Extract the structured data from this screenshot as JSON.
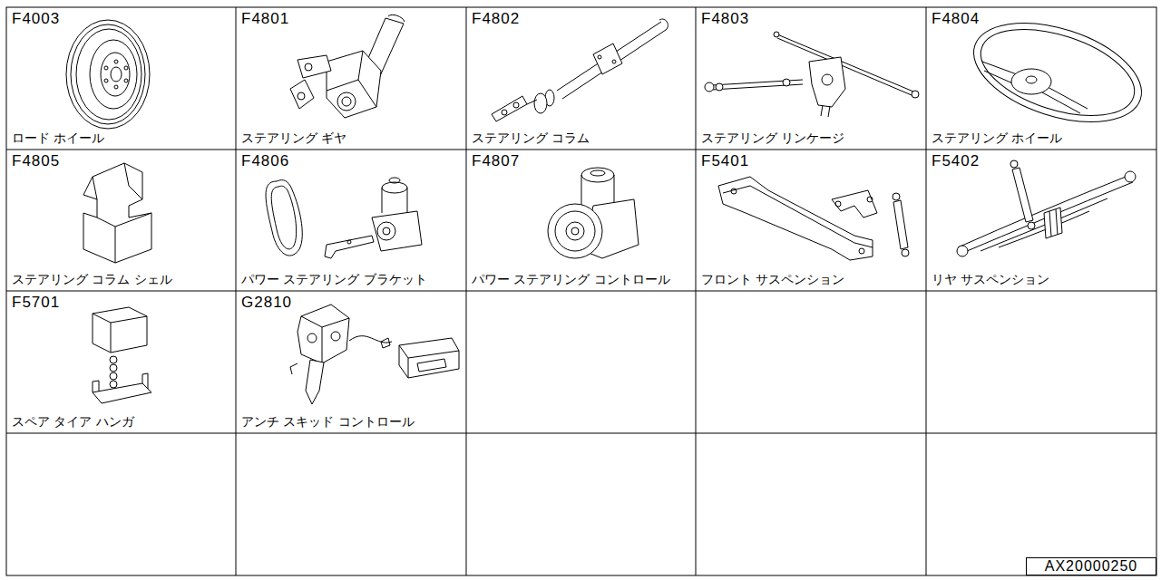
{
  "diagram": {
    "nodes": [
      {
        "text": [
          "F4003",
          "ロード ホイール"
        ]
      },
      {
        "text": [
          "F4801",
          "ステアリング ギヤ"
        ]
      },
      {
        "text": [
          "F4802",
          "ステアリング コラム"
        ]
      },
      {
        "text": [
          "F4803",
          "ステアリング リンケージ"
        ]
      },
      {
        "text": [
          "F4804",
          "ステアリング ホイール"
        ]
      },
      {
        "text": [
          "F4805",
          "ステアリング コラム シェル"
        ]
      },
      {
        "text": [
          "F4806",
          "パワー ステアリング ブラケット"
        ]
      },
      {
        "text": [
          "F4807",
          "パワー ステアリング コントロール"
        ]
      },
      {
        "text": [
          "F5401",
          "フロント サスペンション"
        ]
      },
      {
        "text": [
          "F5402",
          "リヤ サスペンション"
        ]
      },
      {
        "text": [
          "F5701",
          "スペア タイア ハンガ"
        ]
      },
      {
        "text": [
          "G2810",
          "アンチ スキッド コントロール"
        ]
      },
      {
        "text": [
          "AX20000250"
        ]
      }
    ]
  }
}
